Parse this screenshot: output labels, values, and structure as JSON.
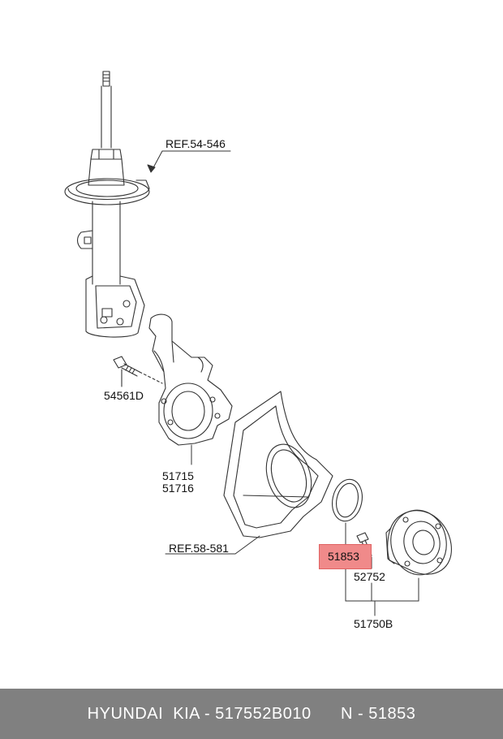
{
  "labels": {
    "ref_top": "REF.54-546",
    "ref_bottom": "REF.58-581",
    "bolt": "54561D",
    "knuckle_1": "51715",
    "knuckle_2": "51716",
    "highlighted": "51853",
    "stud": "52752",
    "hub_assy": "51750B"
  },
  "highlight_color": "#f08a8a",
  "footer": {
    "left": "HYUNDAI  KIA - 517552B010",
    "right": "N - 51853"
  },
  "footer_color": "#808080"
}
